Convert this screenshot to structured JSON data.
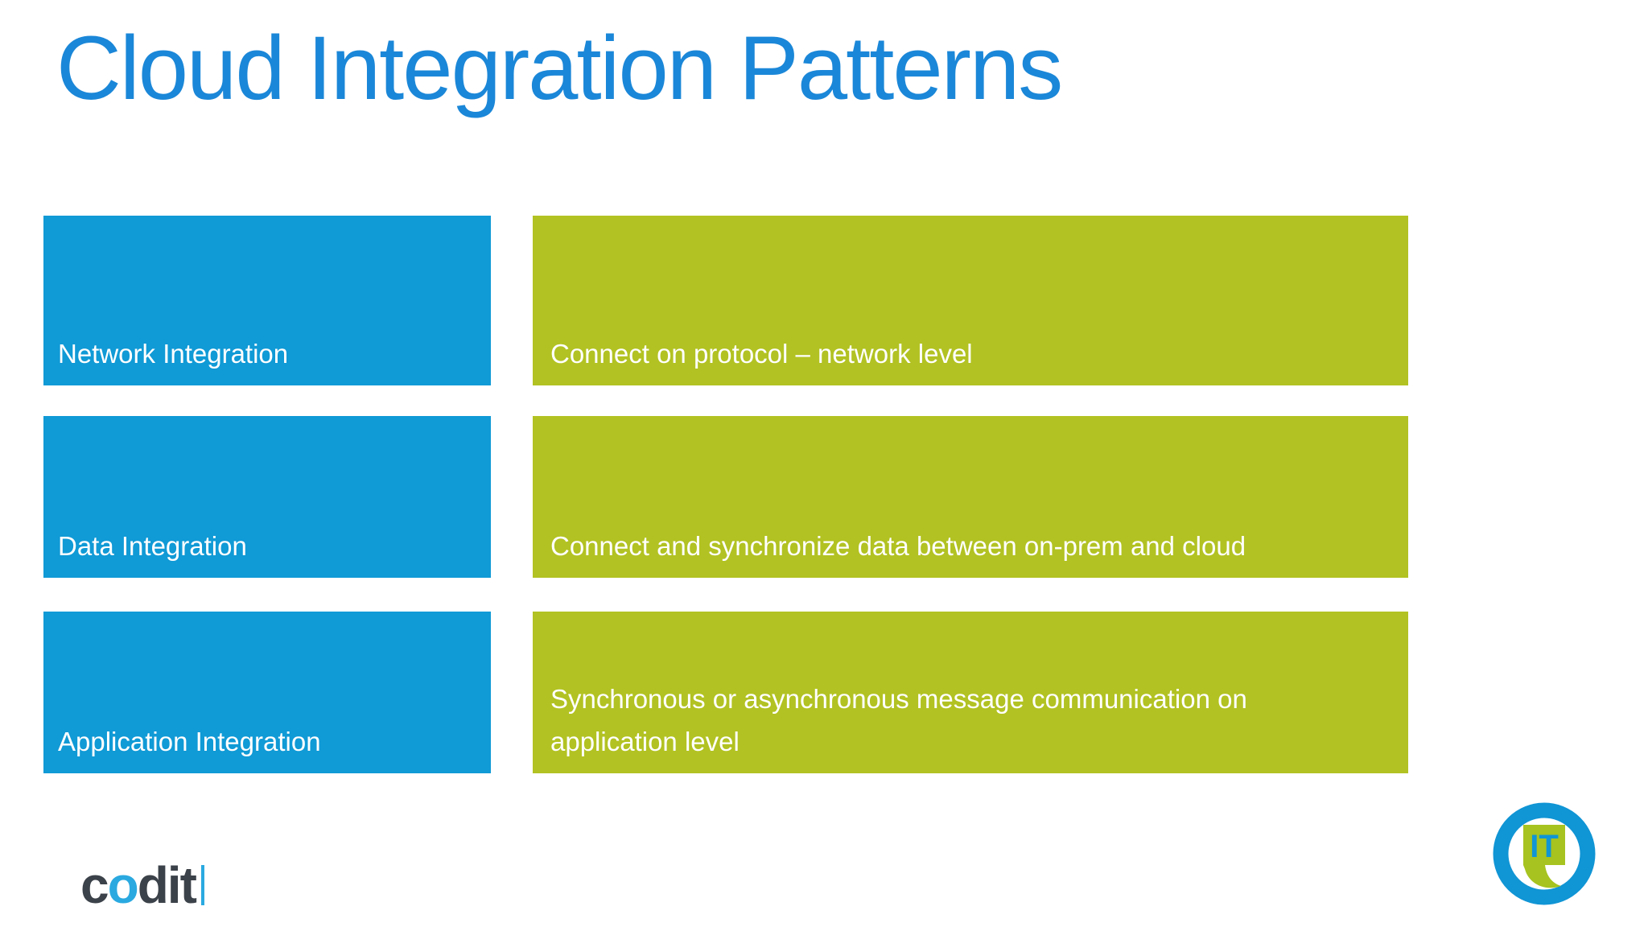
{
  "slide": {
    "title": "Cloud Integration Patterns",
    "rows": [
      {
        "label": "Network Integration",
        "description": "Connect on protocol – network level"
      },
      {
        "label": "Data Integration",
        "description": "Connect and synchronize data between on-prem and cloud"
      },
      {
        "label": "Application Integration",
        "description": "Synchronous or asynchronous message communication on application level"
      }
    ],
    "colors": {
      "title_blue": "#1b87d8",
      "label_box_blue": "#109ad6",
      "description_box_green": "#b2c222",
      "box_text": "#ffffff",
      "codit_gray": "#3c4249",
      "codit_blue": "#2aa9e0",
      "it_logo_blue": "#1095d5",
      "it_logo_green": "#a6c31f"
    },
    "footer": {
      "brand_c": "c",
      "brand_o": "o",
      "brand_dit": "dit",
      "it_logo_text": "IT"
    }
  }
}
